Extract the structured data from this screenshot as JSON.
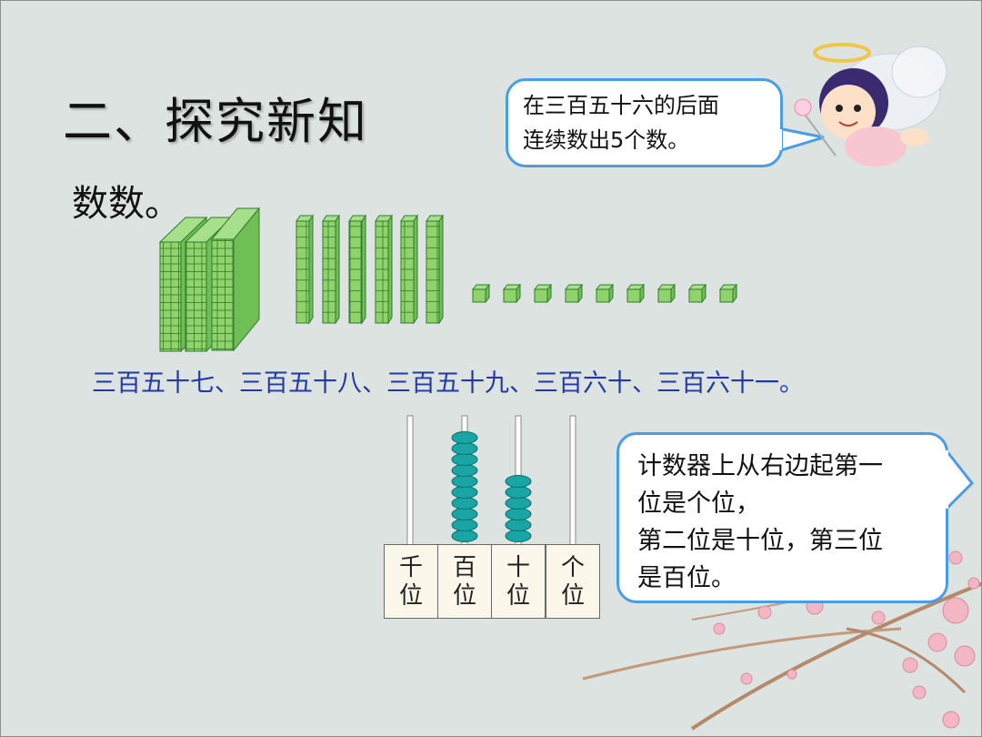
{
  "slide": {
    "title": "二、探究新知",
    "subtitle": "数数。",
    "sequence": "三百五十七、三百五十八、三百五十九、三百六十、三百六十一。"
  },
  "bubble_top": {
    "line1": "在三百五十六的后面",
    "line2": "连续数出5个数。"
  },
  "bubble_bottom": {
    "line1": "计数器上从右边起第一",
    "line2": "位是个位，",
    "line3": "第二位是十位，第三位",
    "line4": "是百位。"
  },
  "abacus": {
    "columns": [
      {
        "label_top": "千",
        "label_bottom": "位",
        "beads": 0
      },
      {
        "label_top": "百",
        "label_bottom": "位",
        "beads": 10
      },
      {
        "label_top": "十",
        "label_bottom": "位",
        "beads": 6
      },
      {
        "label_top": "个",
        "label_bottom": "位",
        "beads": 0
      }
    ],
    "bead_color": "#1aa5a5"
  },
  "blocks": {
    "hundreds": 3,
    "tens": 6,
    "ones": 9,
    "block_color": "#8fd36a"
  }
}
